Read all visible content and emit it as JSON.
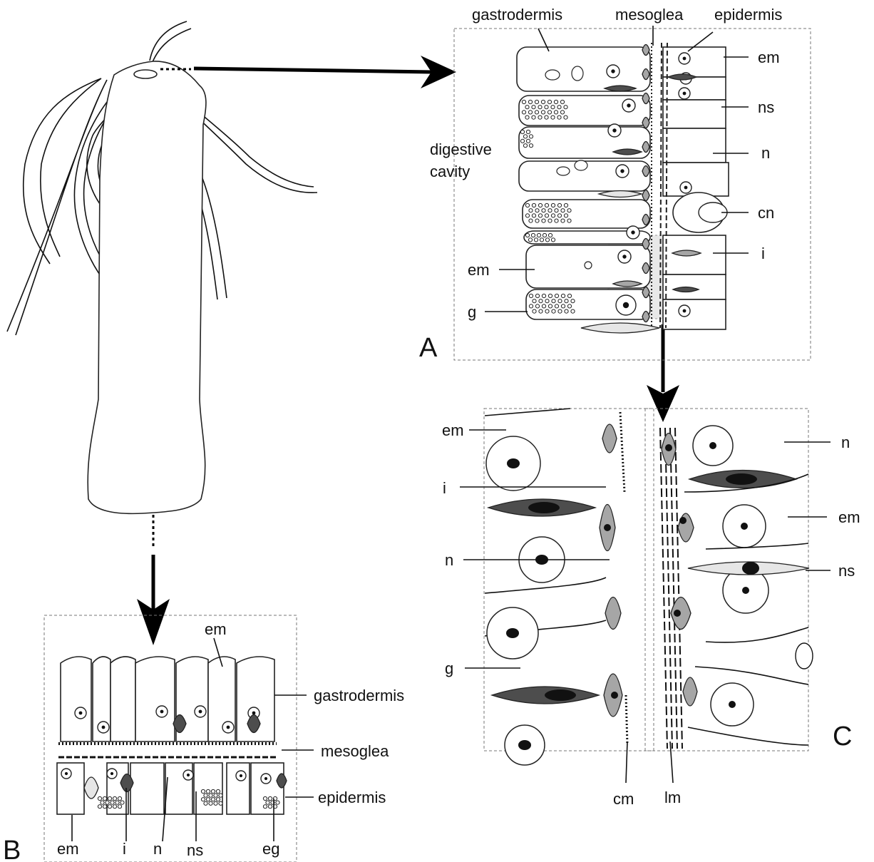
{
  "panels": {
    "A": {
      "letter": "A",
      "labels": {
        "gastrodermis": "gastrodermis",
        "mesoglea": "mesoglea",
        "epidermis": "epidermis",
        "digestive_1": "digestive",
        "digestive_2": "cavity",
        "em_right": "em",
        "ns": "ns",
        "n": "n",
        "cn": "cn",
        "i": "i",
        "em_left": "em",
        "g": "g"
      }
    },
    "B": {
      "letter": "B",
      "labels": {
        "em_top": "em",
        "gastrodermis": "gastrodermis",
        "mesoglea": "mesoglea",
        "epidermis": "epidermis",
        "em": "em",
        "i": "i",
        "n": "n",
        "ns": "ns",
        "eg": "eg"
      }
    },
    "C": {
      "letter": "C",
      "labels": {
        "em_left": "em",
        "i": "i",
        "n_left": "n",
        "g": "g",
        "n_right": "n",
        "em_right": "em",
        "ns": "ns",
        "cm": "cm",
        "lm": "lm"
      }
    }
  },
  "colors": {
    "line": "#111111",
    "cell_fill": "#ffffff",
    "gray_cell": "#a6a6a6",
    "dark_cell": "#4d4d4d",
    "light_cell": "#e6e6e6",
    "highlight": "#e8e8e8"
  }
}
